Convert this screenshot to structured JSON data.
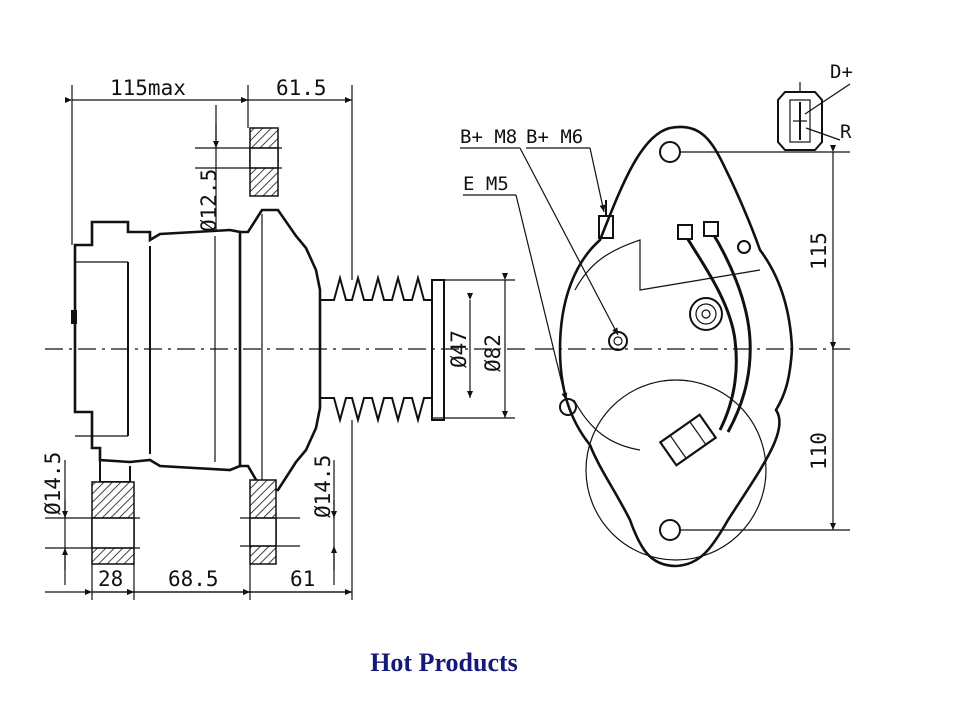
{
  "footer": {
    "title": "Hot Products"
  },
  "dimensions": {
    "width_total": "115max",
    "flange": "61.5",
    "top_hole": "Ø12.5",
    "shaft": "Ø47",
    "pulley": "Ø82",
    "foot_hole_left": "Ø14.5",
    "foot_hole_right": "Ø14.5",
    "foot_width": "28",
    "foot_span": "68.5",
    "rear_foot": "61",
    "upper_height": "115",
    "lower_height": "110"
  },
  "terminals": {
    "b_plus_m8": "B+ M8",
    "b_plus_m6": "B+ M6",
    "e_m5": "E M5",
    "d_plus": "D+",
    "r": "R"
  }
}
